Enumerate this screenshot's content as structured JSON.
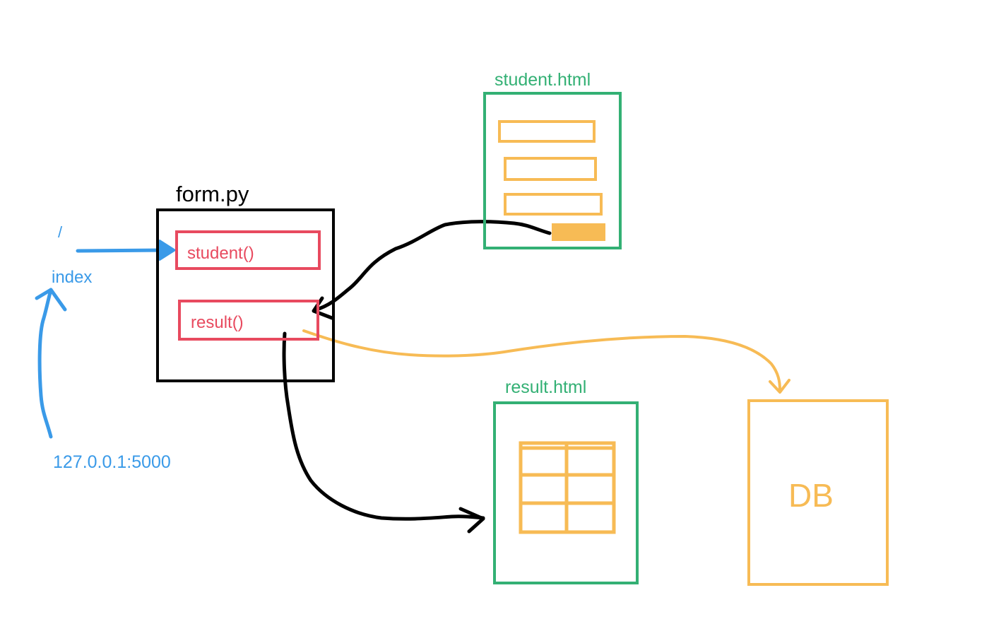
{
  "labels": {
    "slash": "/",
    "index": "index",
    "address": "127.0.0.1:5000",
    "form_py": "form.py",
    "student_fn": "student()",
    "result_fn": "result()",
    "student_html": "student.html",
    "result_html": "result.html",
    "db": "DB"
  },
  "colors": {
    "route_blue": "#3a9ae8",
    "template_green": "#33b074",
    "function_red": "#e84a5f",
    "module_black": "#000000",
    "data_amber": "#f7bb55"
  }
}
